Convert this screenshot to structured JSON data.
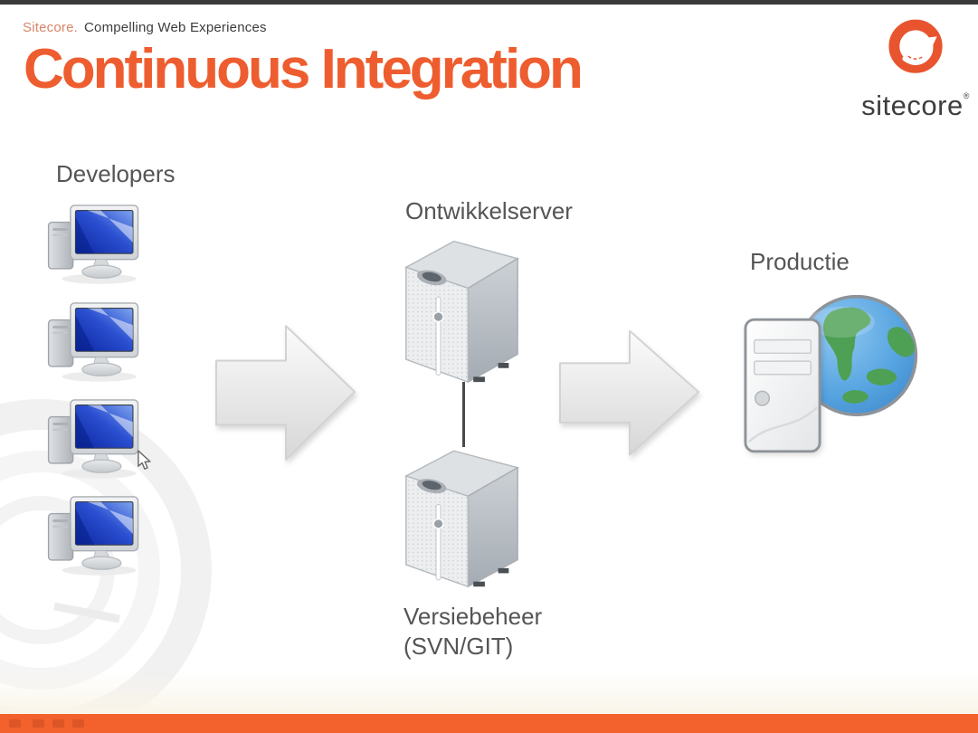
{
  "slide": {
    "top_brand": {
      "prefix": "Sitecore.",
      "tagline": "Compelling Web Experiences"
    },
    "title": "Continuous Integration",
    "logo": {
      "wordmark": "sitecore",
      "registered": "®"
    },
    "diagram": {
      "developers": {
        "label": "Developers",
        "workstation_count": 4
      },
      "dev_server_label": "Ontwikkelserver",
      "version_control_label_line1": "Versiebeheer",
      "version_control_label_line2": "(SVN/GIT)",
      "production_label": "Productie"
    },
    "colors": {
      "title_orange": "#EE5D2F",
      "logo_ring_orange": "#E8542E",
      "bottom_bar_orange": "#F3612C",
      "brand_prefix_orange": "#D8846A",
      "label_gray": "#555555",
      "monitor_screen_blue": "#1F3FBF",
      "globe_ocean_blue": "#4E9FDE",
      "globe_land_green": "#4EA054"
    },
    "icons": {
      "workstation-icon": "desktop computer with blue monitor and tower",
      "server-icon": "grey 3d tower server",
      "flow-arrow-icon": "grey block arrow pointing right",
      "globe-icon": "earth globe",
      "production-server-icon": "white tower server",
      "sitecore-logo-icon": "orange ring with swirl arrow",
      "mouse-cursor-icon": "arrow pointer",
      "watermark-rings-icon": "faint concentric ring decoration"
    }
  }
}
